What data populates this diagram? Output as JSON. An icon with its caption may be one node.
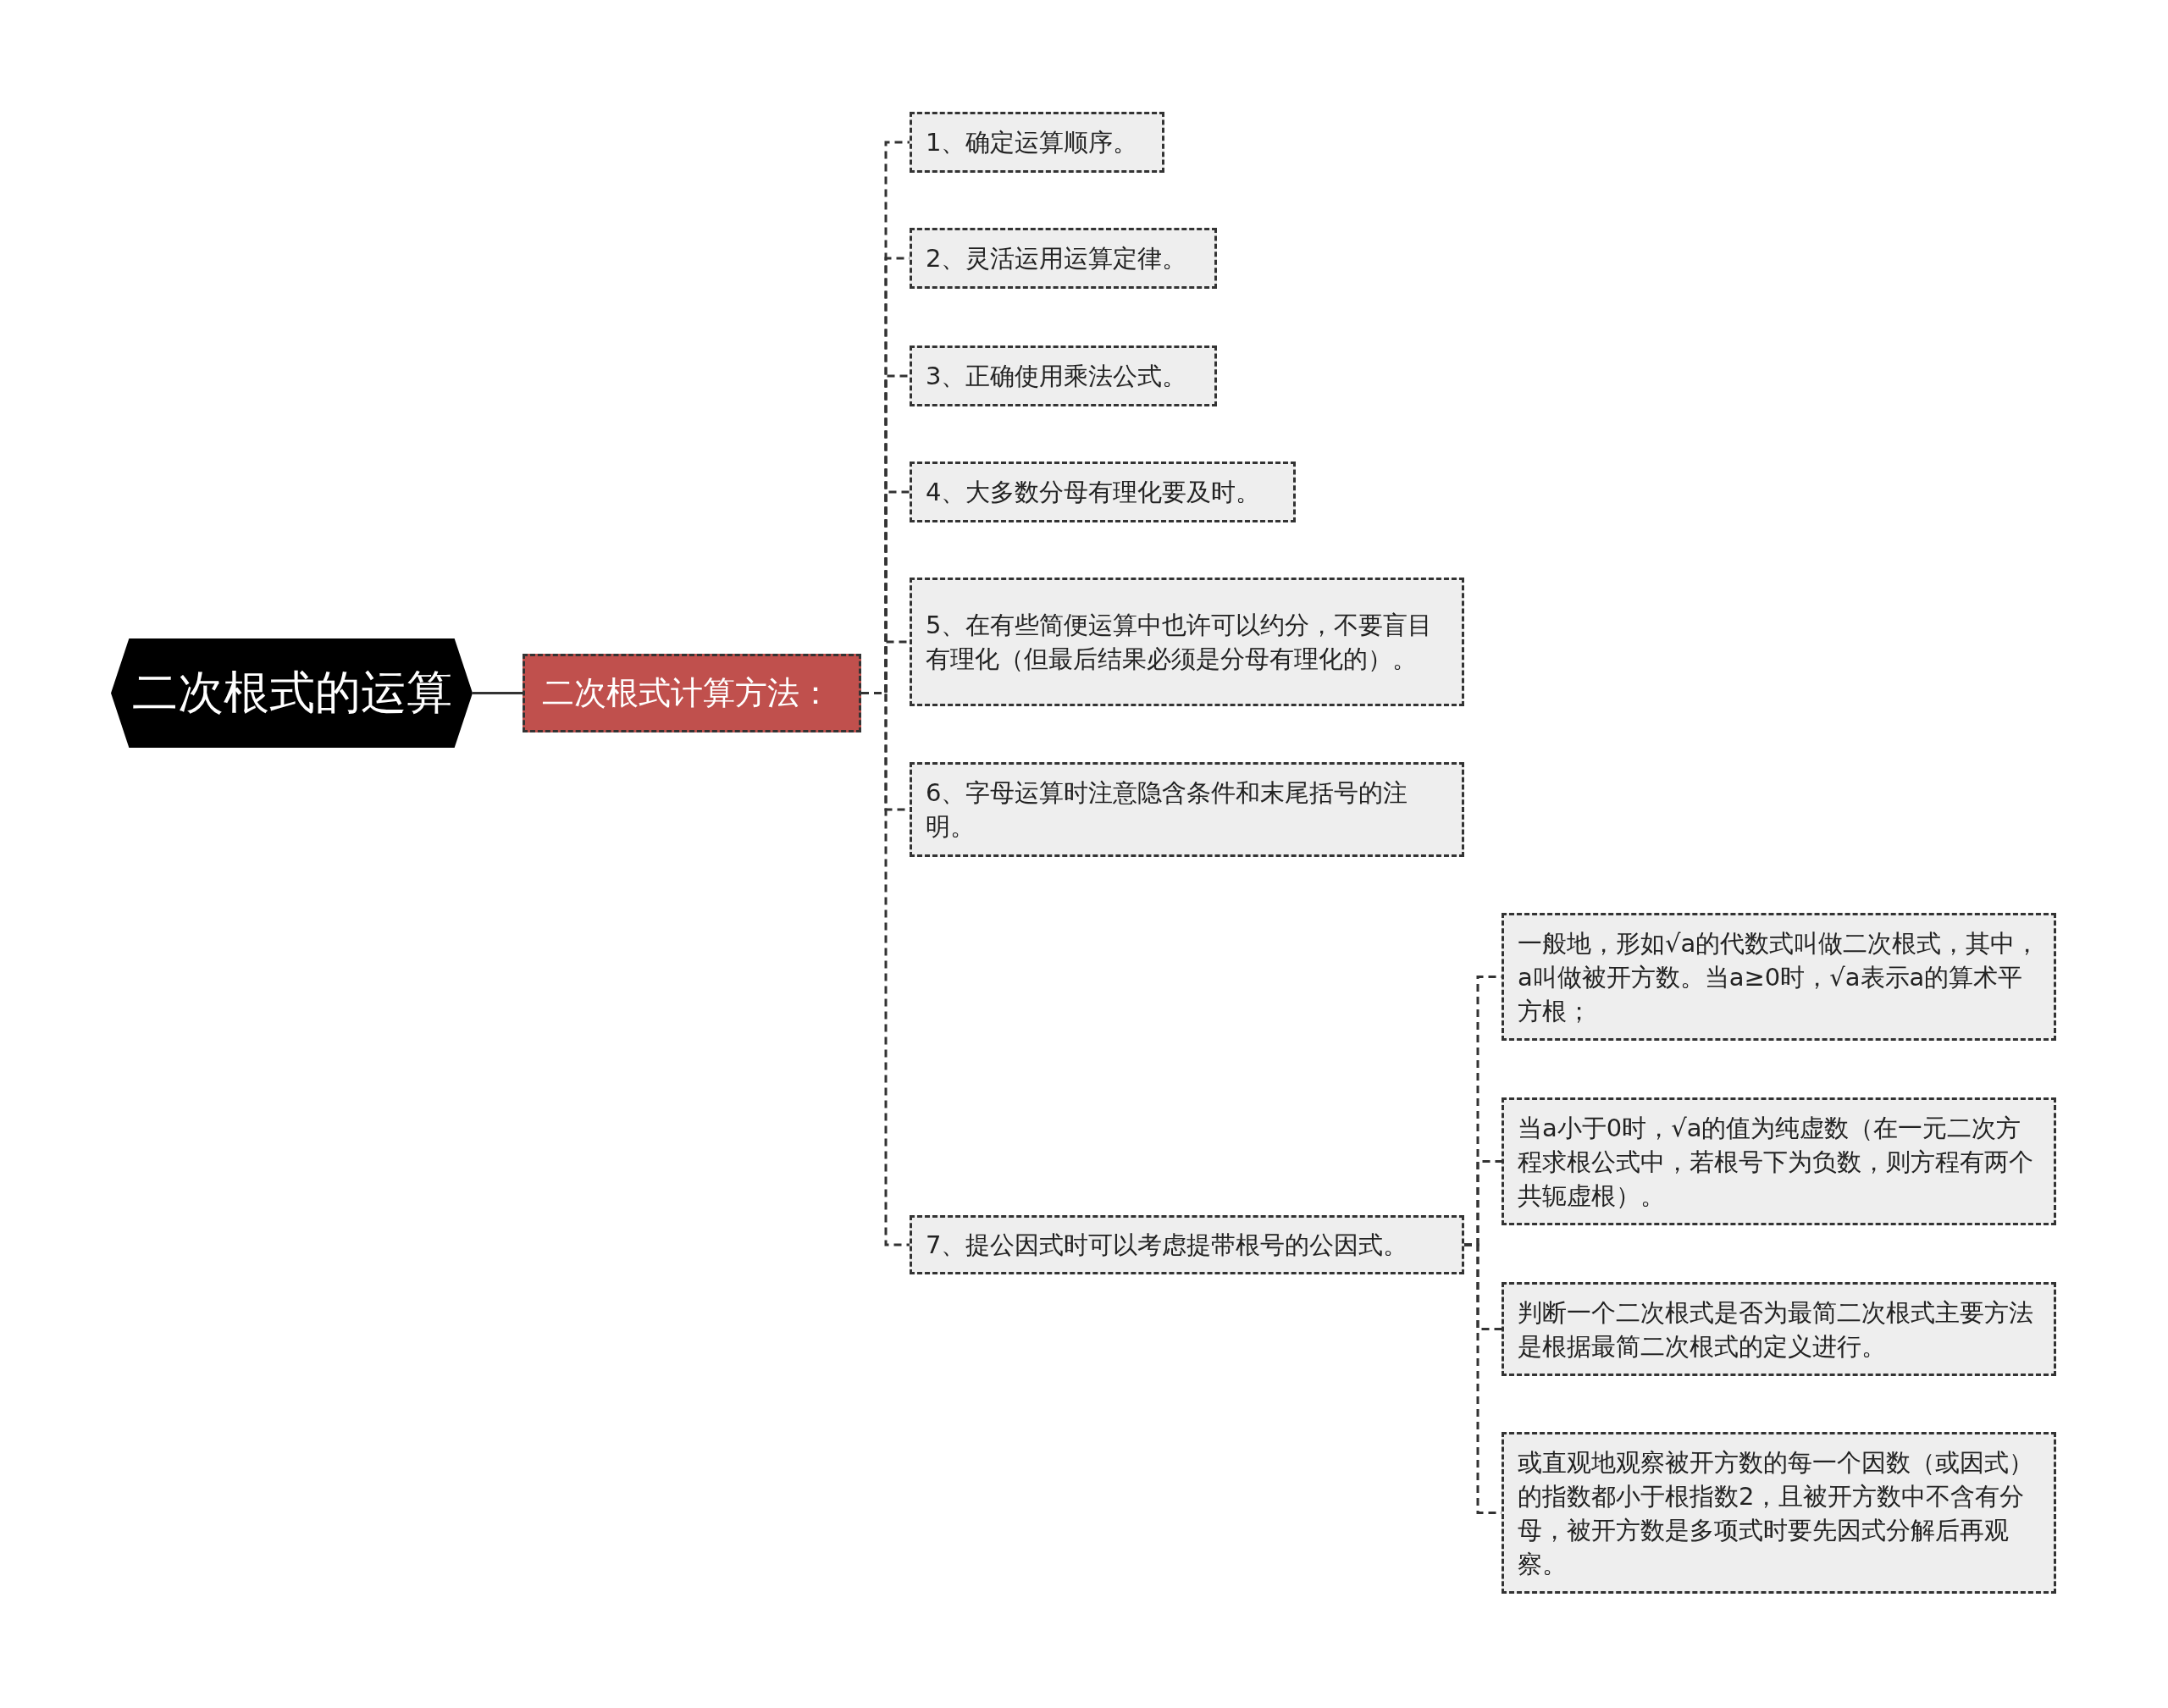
{
  "diagram": {
    "nodes": [
      {
        "text": [
          "二次根式的运算"
        ]
      },
      {
        "text": [
          "二次根式计算方法："
        ]
      },
      {
        "text": [
          "1、确定运算顺序。"
        ]
      },
      {
        "text": [
          "2、灵活运用运算定律。"
        ]
      },
      {
        "text": [
          "3、正确使用乘法公式。"
        ]
      },
      {
        "text": [
          "4、大多数分母有理化要及时。"
        ]
      },
      {
        "text": [
          "5、在有些简便运算中也许可以约分，不要盲目有理化（但最后结果必须是分母有理化的）。"
        ]
      },
      {
        "text": [
          "6、字母运算时注意隐含条件和末尾括号的注明。"
        ]
      },
      {
        "text": [
          "7、提公因式时可以考虑提带根号的公因式。"
        ]
      },
      {
        "text": [
          "一般地，形如√a的代数式叫做二次根式，其中，a叫做被开方数。当a≥0时，√a表示a的算术平方根；"
        ]
      },
      {
        "text": [
          "当a小于0时，√a的值为纯虚数（在一元二次方程求根公式中，若根号下为负数，则方程有两个共轭虚根）。"
        ]
      },
      {
        "text": [
          "判断一个二次根式是否为最简二次根式主要方法是根据最简二次根式的定义进行。"
        ]
      },
      {
        "text": [
          "或直观地观察被开方数的每一个因数（或因式）的指数都小于根指数2，且被开方数中不含有分母，被开方数是多项式时要先因式分解后再观察。"
        ]
      }
    ],
    "edges": [
      {
        "from": 0,
        "to": 1,
        "arrow": "none"
      },
      {
        "from": 1,
        "to": 2,
        "arrow": "none",
        "style": "dashed"
      },
      {
        "from": 1,
        "to": 3,
        "arrow": "none",
        "style": "dashed"
      },
      {
        "from": 1,
        "to": 4,
        "arrow": "none",
        "style": "dashed"
      },
      {
        "from": 1,
        "to": 5,
        "arrow": "none",
        "style": "dashed"
      },
      {
        "from": 1,
        "to": 6,
        "arrow": "none",
        "style": "dashed"
      },
      {
        "from": 1,
        "to": 7,
        "arrow": "none",
        "style": "dashed"
      },
      {
        "from": 1,
        "to": 8,
        "arrow": "none",
        "style": "dashed"
      },
      {
        "from": 8,
        "to": 9,
        "arrow": "none",
        "style": "dashed"
      },
      {
        "from": 8,
        "to": 10,
        "arrow": "none",
        "style": "dashed"
      },
      {
        "from": 8,
        "to": 11,
        "arrow": "none",
        "style": "dashed"
      },
      {
        "from": 8,
        "to": 12,
        "arrow": "none",
        "style": "dashed"
      }
    ]
  }
}
